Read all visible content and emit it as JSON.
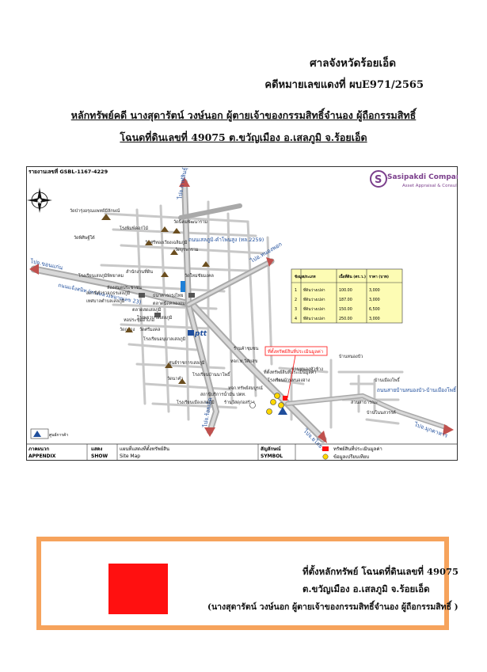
{
  "header": {
    "court": "ศาลจังหวัดร้อยเอ็ด",
    "case_number": "คดีหมายเลขแดงที่ ผบE971/2565"
  },
  "title": {
    "line1": "หลักทรัพย์คดี นางสุดารัตน์  วงษ์นอก ผู้ตายเจ้าของกรรมสิทธิ์จำนอง  ผู้ถือกรรมสิทธิ์",
    "line2": "โฉนดที่ดินเลขที่ 49075  ต.ขวัญเมือง  อ.เสลภูมิ  จ.ร้อยเอ็ด"
  },
  "map": {
    "ref_code": "รายงานเลขที่ GSBL-1167-4229",
    "company_name": "Sasipakdi Company Lim",
    "company_sub": "Asset Appraisal & Consul",
    "north_label": "N",
    "road_labels": {
      "to_khon_kaen": "ไปจ.ขอนแก่น",
      "to_roi_et": "ไปจ.ร้อยเอ็ด",
      "to_yasothon": "ไปจ.ยโสธร",
      "to_kalasin": "ไปจ.กาฬสินธุ์",
      "to_mukdahan": "ไปจ.มุกดาหาร",
      "to_nong_phok": "ไปอ.หนองพอก",
      "hwy_main": "ถนนแจ้งสนิท (ทางหลวงหมายเลข 23)",
      "hwy_sub": "ถนนเสลภูมิ-คำโพนสูง (ทล.2259)",
      "local_road": "ถนนสายบ้านหนองบัว-บ้านเมืองโพธิ์"
    },
    "places": [
      "วัดป่ารุ่งอรุณแพทย์มีลักษณ์",
      "โรงพิมพ์ดอกไม้",
      "วัดนิคมพัฒนาราม",
      "วัดพิศิษฐ์ใต้",
      "วัดศรีทองเวียงเฉลิมภูมิ",
      "วัดบูรพาราม",
      "สำนักงานที่ดิน",
      "โรงเรียนเสลภูมิพิทยาคม",
      "สถานีตำรวจภูธรเสลภูมิ",
      "เทศบาลตำบลเสลภูมิ",
      "ตลาดสดเสลภูมิ",
      "โรงพยาบาลเสลภูมิ",
      "วัดกลาง",
      "วัดศรีมงคล",
      "โรงเรียนอนุบาลเสลภูมิ",
      "วัดใหม่ชัยมงคล",
      "หจก.ท.วิศัยสุข",
      "ที่ตั้งทรัพย์สินที่ประเมินมูลค่า",
      "โรงเรียนบ้านหนองฮาง",
      "บ้านหนองหัวช้าง",
      "ธนาคารกรุงไทย",
      "ห้องสมุดประชาชน",
      "หอประชุมอำเภอ",
      "ศูนย์ราชการเสลภูมิ",
      "วัดนาคำ",
      "โรงเรียนบ้านนาโพธิ์",
      "ตลาดนัดคลองถม",
      "สถานีบริการน้ำมัน ปตท.",
      "หจก.ทรัพย์สมบูรณ์",
      "โรงเรียนเมืองเสลภูมิ",
      "ร้านวัสดุก่อสร้าง",
      "บ้านหนองบัว",
      "บ้านเมืองโพธิ์",
      "สวนสาธารณะ",
      "บ้านโนนสวรรค์",
      "ร้านค้าชุมชน"
    ],
    "ptt_label": "ptt",
    "box_left": "ศูนย์การค้า",
    "table": {
      "headers": [
        "ข้อมูล",
        "ประเภท",
        "เนื้อที่ดิน (ตร.ว.)",
        "ราคา (บาท)"
      ],
      "rows": [
        [
          "1",
          "ที่ดินว่างเปล่า",
          "100.00",
          "3,000"
        ],
        [
          "2",
          "ที่ดินว่างเปล่า",
          "187.00",
          "3,000"
        ],
        [
          "3",
          "ที่ดินว่างเปล่า",
          "150.00",
          "6,500"
        ],
        [
          "4",
          "ที่ดินว่างเปล่า",
          "250.00",
          "3,000"
        ]
      ]
    },
    "subject_label": "ที่ตั้งทรัพย์สินที่ประเมินมูลค่า",
    "footer": {
      "appendix_th": "ภาคผนวก",
      "appendix_en": "APPENDIX",
      "show_th": "แสดง",
      "show_en": "SHOW",
      "desc_th": "แผนที่แสดงที่ตั้งทรัพย์สิน",
      "desc_en": "Site Map",
      "symbol_th": "สัญลักษณ์",
      "symbol_en": "SYMBOL",
      "sym1": "ทรัพย์สินที่ประเมินมูลค่า",
      "sym2": "ข้อมูลเปรียบเทียบ"
    }
  },
  "legend": {
    "line1": "ที่ตั้งหลักทรัพย์ โฉนดที่ดินเลขที่ 49075",
    "line2": "ต.ขวัญเมือง  อ.เสลภูมิ จ.ร้อยเอ็ด",
    "line3": "(นางสุดารัตน์  วงษ์นอก ผู้ตายเจ้าของกรรมสิทธิ์จำนอง  ผู้ถือกรรมสิทธิ์ )"
  },
  "colors": {
    "subject_marker": "#ff1010",
    "legend_border": "#f6a35c",
    "route_box": "#7030a0",
    "road": "#c8c8c8",
    "highway": "#a9a9a9",
    "table_fill": "#fdfcb4",
    "comparable": "#ffd700"
  }
}
